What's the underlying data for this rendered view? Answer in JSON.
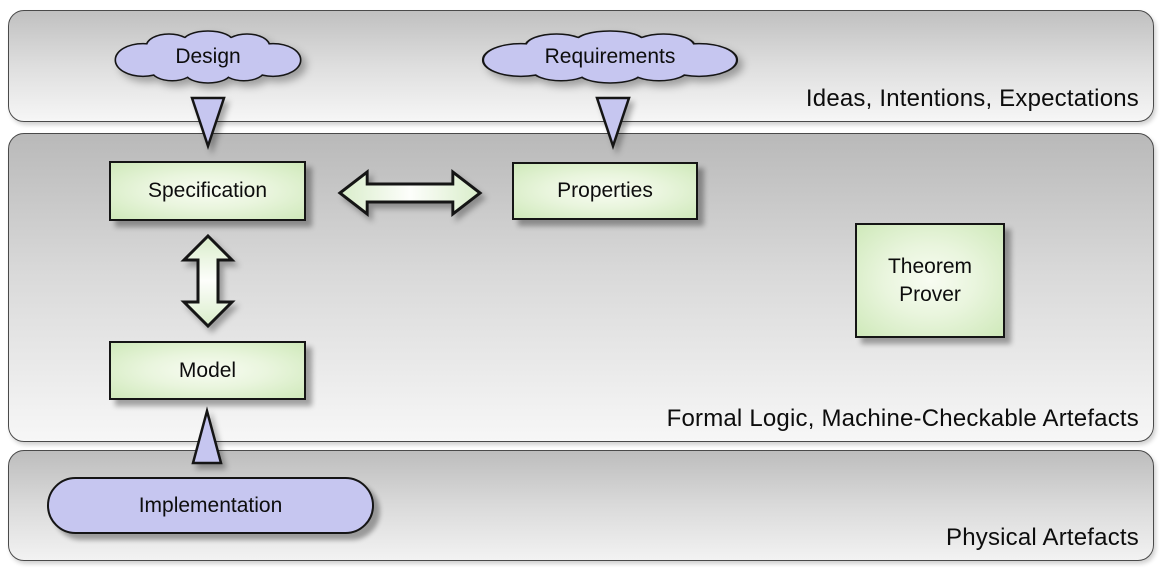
{
  "bands": [
    {
      "label": "Ideas, Intentions, Expectations"
    },
    {
      "label": "Formal Logic, Machine-Checkable Artefacts"
    },
    {
      "label": "Physical Artefacts"
    }
  ],
  "nodes": {
    "design": {
      "label": "Design",
      "shape": "cloud"
    },
    "requirements": {
      "label": "Requirements",
      "shape": "cloud"
    },
    "specification": {
      "label": "Specification",
      "shape": "rect"
    },
    "properties": {
      "label": "Properties",
      "shape": "rect"
    },
    "model": {
      "label": "Model",
      "shape": "rect"
    },
    "theorem_prover": {
      "label": "Theorem Prover",
      "shape": "rect"
    },
    "implementation": {
      "label": "Implementation",
      "shape": "pill"
    }
  },
  "connectors": [
    {
      "from": "design",
      "to": "specification",
      "style": "filled-triangle",
      "direction": "down"
    },
    {
      "from": "requirements",
      "to": "properties",
      "style": "filled-triangle",
      "direction": "down"
    },
    {
      "from": "specification",
      "to": "properties",
      "style": "block-double-arrow",
      "direction": "horizontal"
    },
    {
      "from": "specification",
      "to": "model",
      "style": "block-double-arrow",
      "direction": "vertical"
    },
    {
      "from": "implementation",
      "to": "model",
      "style": "filled-triangle",
      "direction": "up"
    }
  ],
  "colors": {
    "purple_fill": "#c6c6f0",
    "green_edge": "#cfe9ba",
    "green_center": "#f8fcf2",
    "outline": "#151515",
    "band_gray_top": "#b9b9b9",
    "band_gray_bottom": "#f7f7f7",
    "text": "#111111"
  }
}
